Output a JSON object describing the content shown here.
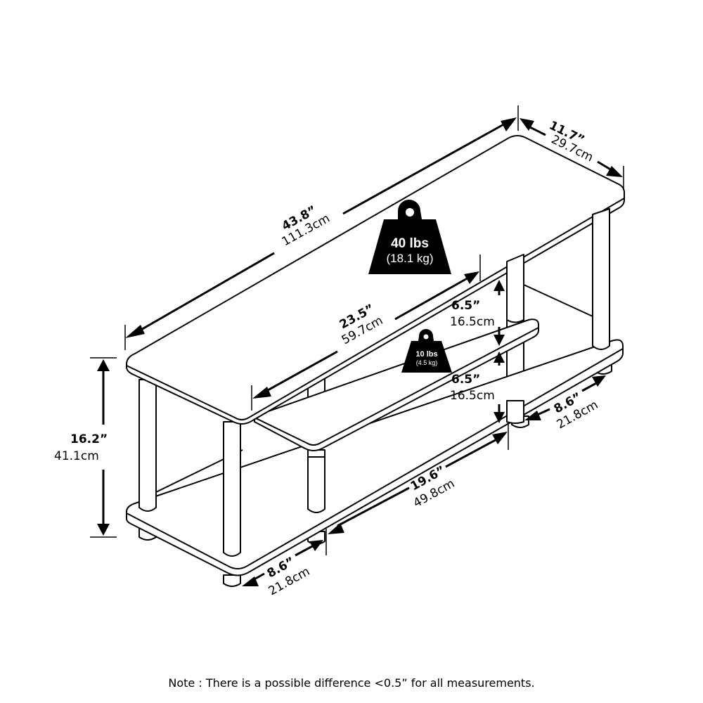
{
  "product": "3-tier TV stand dimension diagram",
  "dimensions": {
    "top_length": {
      "inches": "43.8”",
      "cm": "111.3cm"
    },
    "depth": {
      "inches": "11.7”",
      "cm": "29.7cm"
    },
    "middle_shelf_length": {
      "inches": "23.5”",
      "cm": "59.7cm"
    },
    "upper_clearance": {
      "inches": "6.5”",
      "cm": "16.5cm"
    },
    "lower_clearance": {
      "inches": "6.5”",
      "cm": "16.5cm"
    },
    "height": {
      "inches": "16.2”",
      "cm": "41.1cm"
    },
    "bottom_open_length": {
      "inches": "19.6”",
      "cm": "49.8cm"
    },
    "bottom_left_section": {
      "inches": "8.6”",
      "cm": "21.8cm"
    },
    "bottom_right_section": {
      "inches": "8.6”",
      "cm": "21.8cm"
    }
  },
  "weight_capacity": {
    "top": {
      "lbs": "40 lbs",
      "kg": "(18.1 kg)"
    },
    "middle": {
      "lbs": "10 lbs",
      "kg": "(4.5 kg)"
    }
  },
  "note": "Note : There is a possible difference <0.5” for all measurements.",
  "colors": {
    "line": "#000000",
    "background": "#ffffff",
    "weight_icon": "#000000"
  }
}
